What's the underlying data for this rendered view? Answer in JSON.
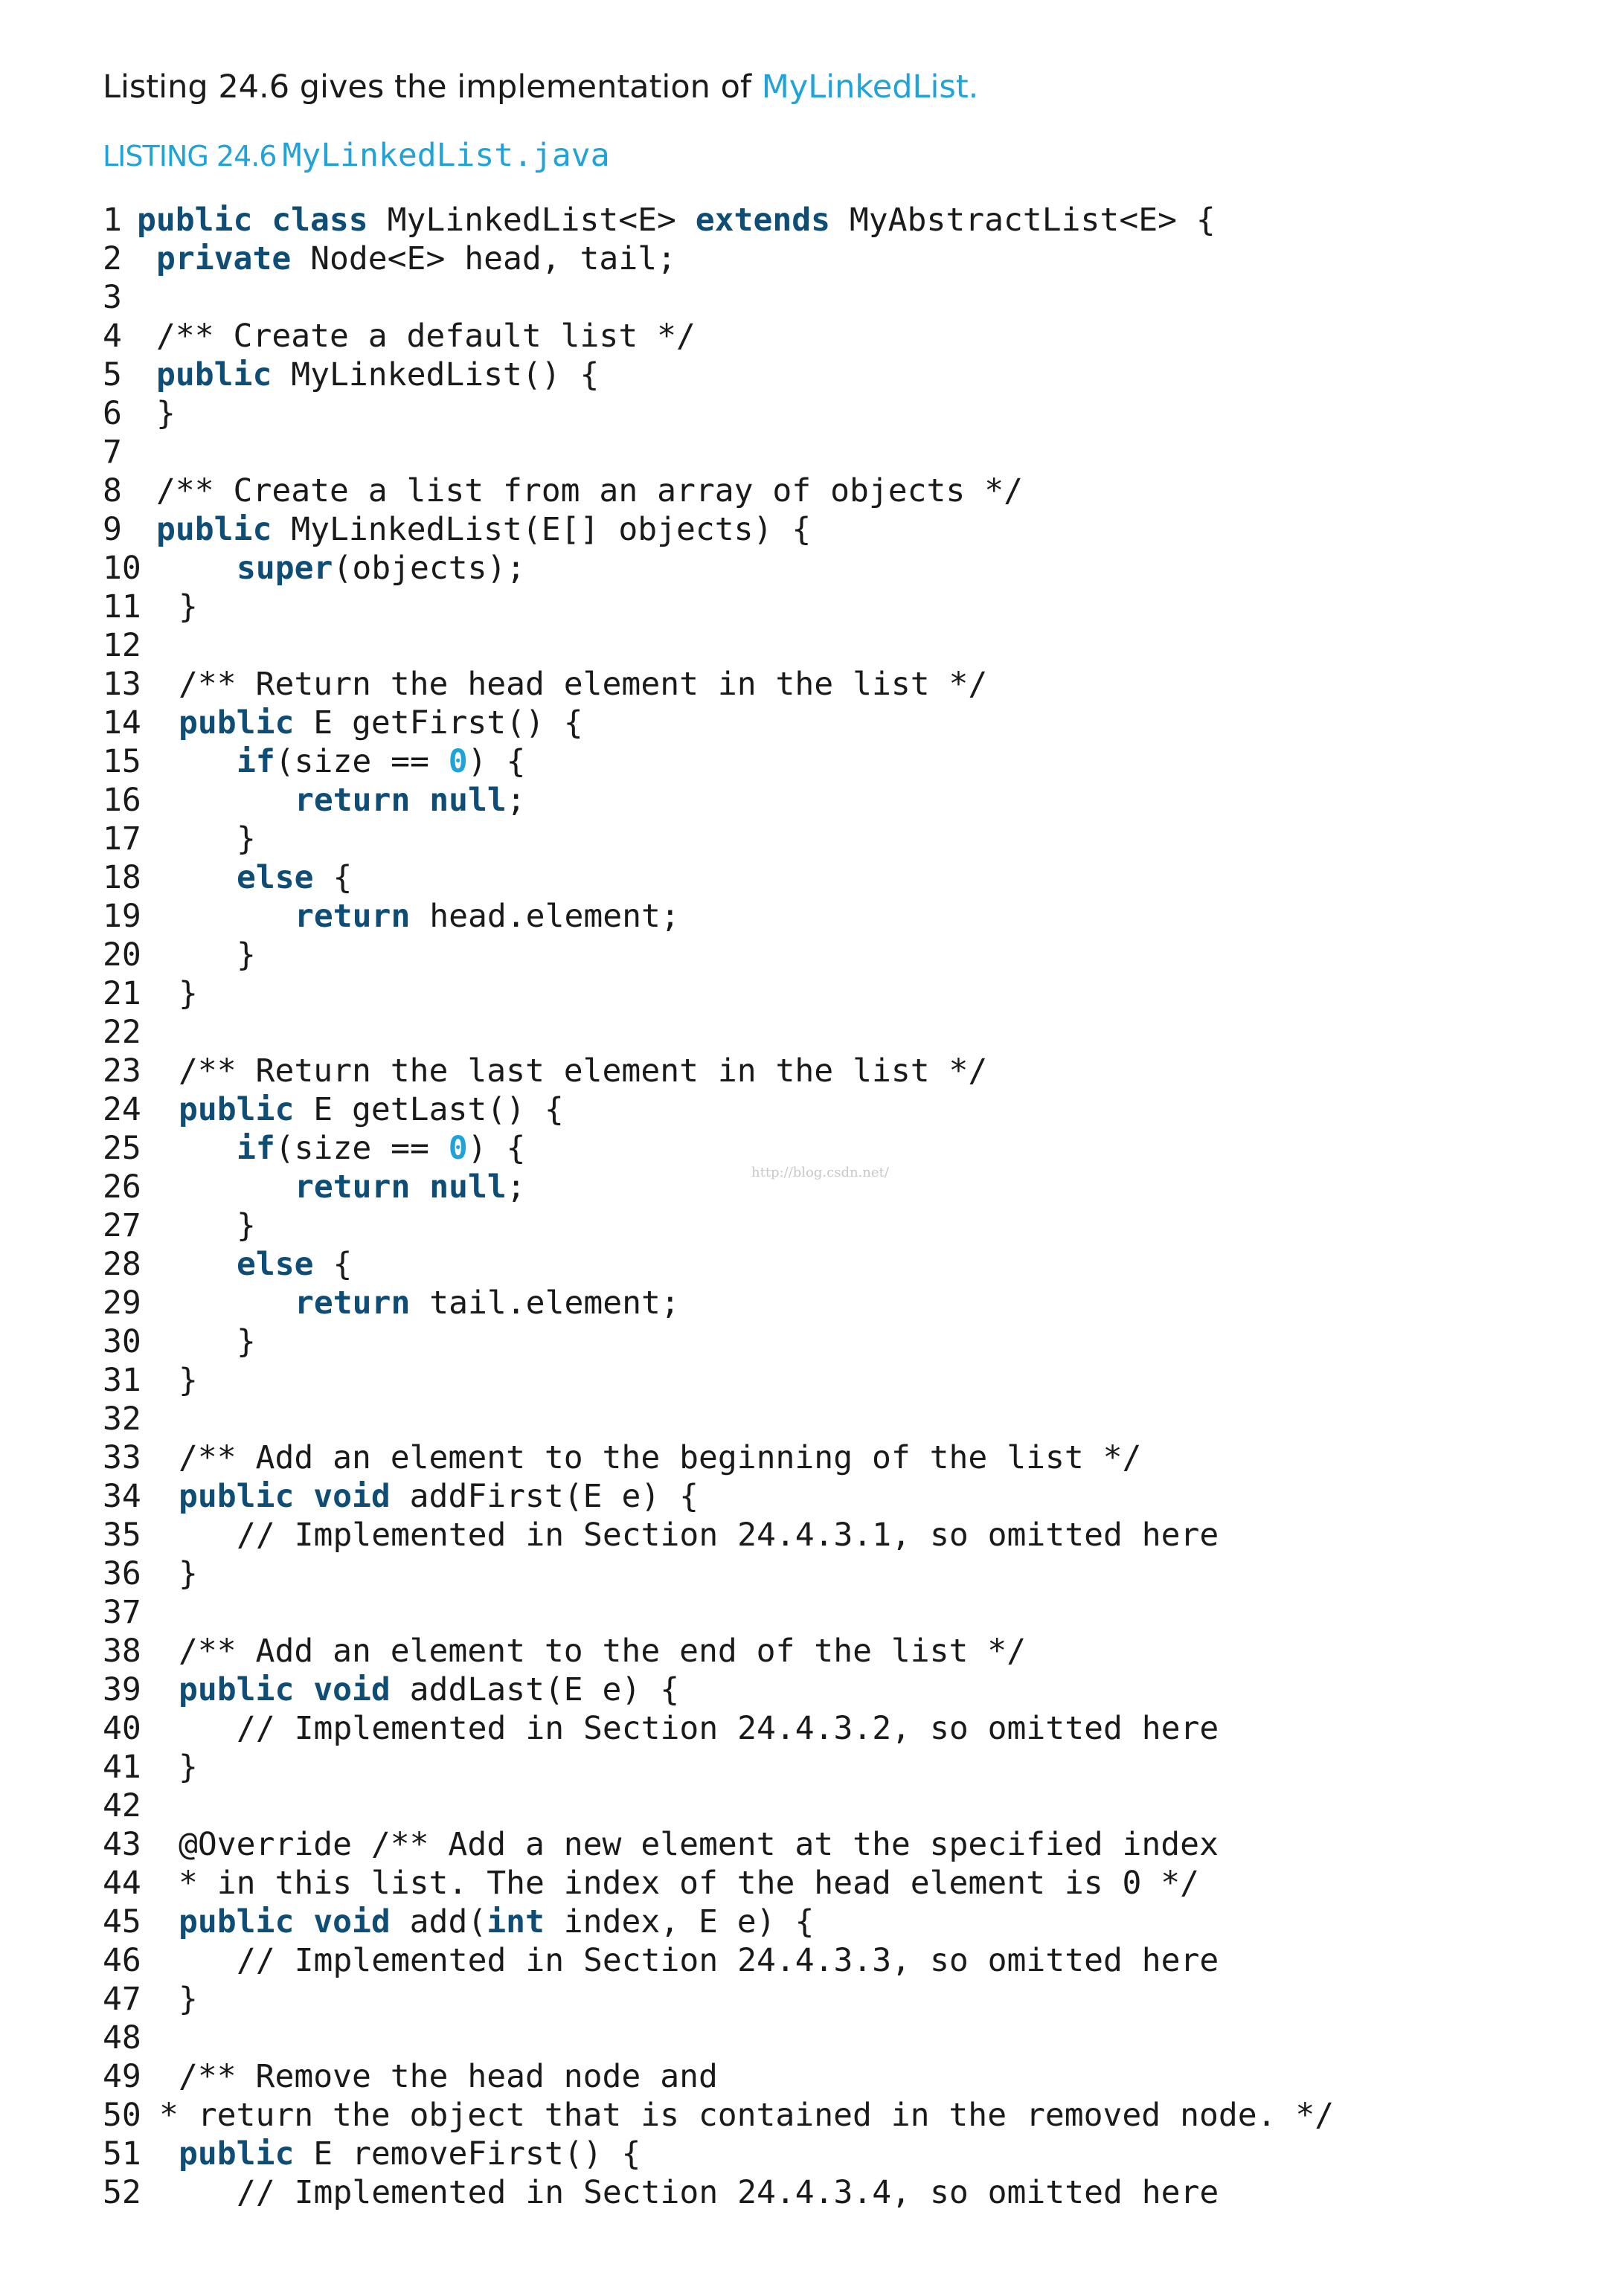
{
  "intro": {
    "text": "Listing 24.6 gives the implementation of ",
    "class_name": "MyLinkedList."
  },
  "caption": {
    "label": "LISTING 24.6",
    "file": "MyLinkedList.java"
  },
  "watermark": "http://blog.csdn.net/",
  "colors": {
    "keyword": "#0d4d76",
    "accent": "#1fa3d8",
    "text": "#1a1a1a"
  },
  "code_lines": [
    {
      "n": "1",
      "indent": 0,
      "tok": [
        [
          "kw",
          "public class"
        ],
        [
          "",
          "MyLinkedList<E> "
        ],
        [
          "kw",
          "extends"
        ],
        [
          "",
          "MyAbstractList<E> {"
        ]
      ]
    },
    {
      "n": "2",
      "indent": 1,
      "tok": [
        [
          "kw",
          "private"
        ],
        [
          "",
          "Node<E> head, tail;"
        ]
      ]
    },
    {
      "n": "3",
      "indent": 0,
      "tok": []
    },
    {
      "n": "4",
      "indent": 1,
      "tok": [
        [
          "",
          "/** Create a default list */"
        ]
      ]
    },
    {
      "n": "5",
      "indent": 1,
      "tok": [
        [
          "kw",
          "public"
        ],
        [
          "",
          "MyLinkedList() {"
        ]
      ]
    },
    {
      "n": "6",
      "indent": 1,
      "tok": [
        [
          "",
          "}"
        ]
      ]
    },
    {
      "n": "7",
      "indent": 0,
      "tok": []
    },
    {
      "n": "8",
      "indent": 1,
      "tok": [
        [
          "",
          "/** Create a list from an array of objects */"
        ]
      ]
    },
    {
      "n": "9",
      "indent": 1,
      "tok": [
        [
          "kw",
          "public"
        ],
        [
          "",
          "MyLinkedList(E[] objects) {"
        ]
      ]
    },
    {
      "n": "10",
      "indent": 2,
      "tok": [
        [
          "kw",
          "super"
        ],
        [
          "",
          "(objects);"
        ]
      ]
    },
    {
      "n": "11",
      "indent": 1,
      "tok": [
        [
          "",
          "}"
        ]
      ]
    },
    {
      "n": "12",
      "indent": 0,
      "tok": []
    },
    {
      "n": "13",
      "indent": 1,
      "tok": [
        [
          "",
          "/** Return the head element in the list */"
        ]
      ]
    },
    {
      "n": "14",
      "indent": 1,
      "tok": [
        [
          "kw",
          "public"
        ],
        [
          "",
          "E getFirst() {"
        ]
      ]
    },
    {
      "n": "15",
      "indent": 2,
      "tok": [
        [
          "kw",
          "if"
        ],
        [
          "",
          "(size == "
        ],
        [
          "num",
          "0"
        ],
        [
          "",
          ") {"
        ]
      ]
    },
    {
      "n": "16",
      "indent": 3,
      "tok": [
        [
          "kw",
          "return null"
        ],
        [
          "",
          ";"
        ]
      ]
    },
    {
      "n": "17",
      "indent": 2,
      "tok": [
        [
          "",
          "}"
        ]
      ]
    },
    {
      "n": "18",
      "indent": 2,
      "tok": [
        [
          "kw",
          "else"
        ],
        [
          "",
          "{"
        ]
      ]
    },
    {
      "n": "19",
      "indent": 3,
      "tok": [
        [
          "kw",
          "return"
        ],
        [
          "",
          "head.element;"
        ]
      ]
    },
    {
      "n": "20",
      "indent": 2,
      "tok": [
        [
          "",
          "}"
        ]
      ]
    },
    {
      "n": "21",
      "indent": 1,
      "tok": [
        [
          "",
          "}"
        ]
      ]
    },
    {
      "n": "22",
      "indent": 0,
      "tok": []
    },
    {
      "n": "23",
      "indent": 1,
      "tok": [
        [
          "",
          "/** Return the last element in the list */"
        ]
      ]
    },
    {
      "n": "24",
      "indent": 1,
      "tok": [
        [
          "kw",
          "public"
        ],
        [
          "",
          "E getLast() {"
        ]
      ]
    },
    {
      "n": "25",
      "indent": 2,
      "tok": [
        [
          "kw",
          "if"
        ],
        [
          "",
          "(size == "
        ],
        [
          "num",
          "0"
        ],
        [
          "",
          ") {"
        ]
      ]
    },
    {
      "n": "26",
      "indent": 3,
      "tok": [
        [
          "kw",
          "return null"
        ],
        [
          "",
          ";"
        ]
      ]
    },
    {
      "n": "27",
      "indent": 2,
      "tok": [
        [
          "",
          "}"
        ]
      ]
    },
    {
      "n": "28",
      "indent": 2,
      "tok": [
        [
          "kw",
          "else"
        ],
        [
          "",
          "{"
        ]
      ]
    },
    {
      "n": "29",
      "indent": 3,
      "tok": [
        [
          "kw",
          "return"
        ],
        [
          "",
          "tail.element;"
        ]
      ]
    },
    {
      "n": "30",
      "indent": 2,
      "tok": [
        [
          "",
          "}"
        ]
      ]
    },
    {
      "n": "31",
      "indent": 1,
      "tok": [
        [
          "",
          "}"
        ]
      ]
    },
    {
      "n": "32",
      "indent": 0,
      "tok": []
    },
    {
      "n": "33",
      "indent": 1,
      "tok": [
        [
          "",
          "/** Add an element to the beginning of the list */"
        ]
      ]
    },
    {
      "n": "34",
      "indent": 1,
      "tok": [
        [
          "kw",
          "public void"
        ],
        [
          "",
          "addFirst(E e) {"
        ]
      ]
    },
    {
      "n": "35",
      "indent": 2,
      "tok": [
        [
          "",
          "// Implemented in Section 24.4.3.1, so omitted here"
        ]
      ]
    },
    {
      "n": "36",
      "indent": 1,
      "tok": [
        [
          "",
          "}"
        ]
      ]
    },
    {
      "n": "37",
      "indent": 0,
      "tok": []
    },
    {
      "n": "38",
      "indent": 1,
      "tok": [
        [
          "",
          "/** Add an element to the end of the list */"
        ]
      ]
    },
    {
      "n": "39",
      "indent": 1,
      "tok": [
        [
          "kw",
          "public void"
        ],
        [
          "",
          "addLast(E e) {"
        ]
      ]
    },
    {
      "n": "40",
      "indent": 2,
      "tok": [
        [
          "",
          "// Implemented in Section 24.4.3.2, so omitted here"
        ]
      ]
    },
    {
      "n": "41",
      "indent": 1,
      "tok": [
        [
          "",
          "}"
        ]
      ]
    },
    {
      "n": "42",
      "indent": 0,
      "tok": []
    },
    {
      "n": "43",
      "indent": 1,
      "tok": [
        [
          "",
          "@Override /** Add a new element at the specified index"
        ]
      ]
    },
    {
      "n": "44",
      "indent": 1,
      "tok": [
        [
          "",
          "* in this list. The index of the head element is 0 */"
        ]
      ]
    },
    {
      "n": "45",
      "indent": 1,
      "tok": [
        [
          "kw",
          "public void"
        ],
        [
          "",
          "add("
        ],
        [
          "kw",
          "int"
        ],
        [
          "",
          "index, E e) {"
        ]
      ]
    },
    {
      "n": "46",
      "indent": 2,
      "tok": [
        [
          "",
          "// Implemented in Section 24.4.3.3, so omitted here"
        ]
      ]
    },
    {
      "n": "47",
      "indent": 1,
      "tok": [
        [
          "",
          "}"
        ]
      ]
    },
    {
      "n": "48",
      "indent": 0,
      "tok": []
    },
    {
      "n": "49",
      "indent": 1,
      "tok": [
        [
          "",
          "/** Remove the head node and"
        ]
      ]
    },
    {
      "n": "50",
      "indent": -1,
      "tok": [
        [
          "",
          "* return the object that is contained in the removed node. */"
        ]
      ]
    },
    {
      "n": "51",
      "indent": 1,
      "tok": [
        [
          "kw",
          "public"
        ],
        [
          "",
          "E removeFirst() {"
        ]
      ]
    },
    {
      "n": "52",
      "indent": 2,
      "tok": [
        [
          "",
          "// Implemented in Section 24.4.3.4, so omitted here"
        ]
      ]
    }
  ]
}
